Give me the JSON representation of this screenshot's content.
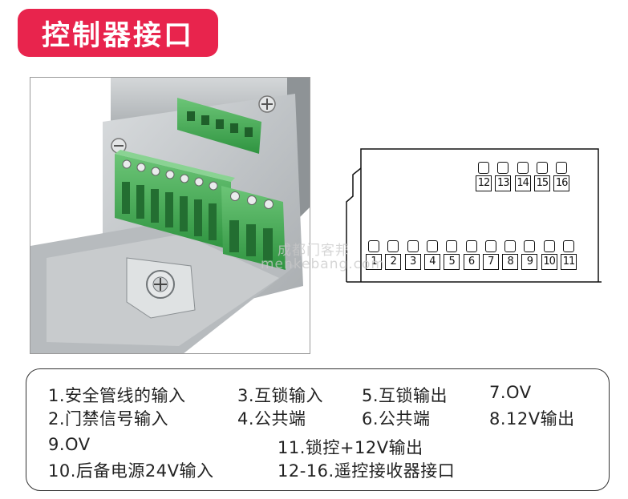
{
  "title": "控制器接口",
  "watermark": {
    "line1": "成都门客邦",
    "line2": "menkebang.com"
  },
  "diagram": {
    "top_pins": [
      "12",
      "13",
      "14",
      "15",
      "16"
    ],
    "bottom_pins": [
      "1",
      "2",
      "3",
      "4",
      "5",
      "6",
      "7",
      "8",
      "9",
      "10",
      "11"
    ]
  },
  "legend": {
    "items": [
      "1.安全管线的输入",
      "3.互锁输入",
      "5.互锁输出",
      "7.OV",
      "2.门禁信号输入",
      "4.公共端",
      "6.公共端",
      "8.12V输出",
      "9.OV",
      "11.锁控+12V输出",
      "10.后备电源24V输入",
      "12-16.遥控接收器接口"
    ]
  },
  "colors": {
    "title_bg": "#e8244d",
    "terminal_green": "#3fae52",
    "metal_plate": "#c9ccce"
  }
}
